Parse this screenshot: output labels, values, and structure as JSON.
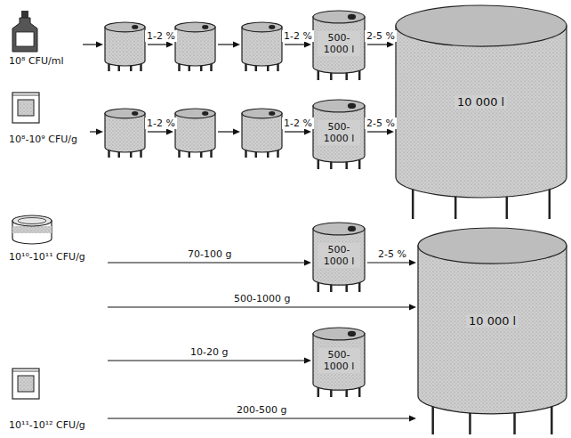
{
  "diagram": {
    "nodes": [
      {
        "text": [
          "10⁸ CFU/ml"
        ]
      },
      {
        "text": []
      },
      {
        "text": []
      },
      {
        "text": []
      },
      {
        "text": [
          "500- 1000 l"
        ]
      },
      {
        "text": [
          "10 000 l"
        ]
      },
      {
        "text": [
          "10⁸-10⁹ CFU/g"
        ]
      },
      {
        "text": []
      },
      {
        "text": []
      },
      {
        "text": []
      },
      {
        "text": [
          "500- 1000 l"
        ]
      },
      {
        "text": [
          "10¹⁰-10¹¹ CFU/g"
        ]
      },
      {
        "text": [
          "500- 1000 l"
        ]
      },
      {
        "text": [
          "10 000 l"
        ]
      },
      {
        "text": [
          "10¹¹-10¹² CFU/g"
        ]
      },
      {
        "text": [
          "500- 1000 l"
        ]
      }
    ],
    "edges": [
      {
        "from": 0,
        "to": 1,
        "arrow": "to"
      },
      {
        "from": 1,
        "to": 2,
        "label": "1-2 %",
        "arrow": "to"
      },
      {
        "from": 2,
        "to": 3,
        "arrow": "to"
      },
      {
        "from": 3,
        "to": 4,
        "label": "1-2 %",
        "arrow": "to"
      },
      {
        "from": 4,
        "to": 5,
        "label": "2-5 %",
        "arrow": "to"
      },
      {
        "from": 6,
        "to": 7,
        "arrow": "to"
      },
      {
        "from": 7,
        "to": 8,
        "label": "1-2 %",
        "arrow": "to"
      },
      {
        "from": 8,
        "to": 9,
        "arrow": "to"
      },
      {
        "from": 9,
        "to": 10,
        "label": "1-2 %",
        "arrow": "to"
      },
      {
        "from": 10,
        "to": 5,
        "label": "2-5 %",
        "arrow": "to"
      },
      {
        "from": 11,
        "to": 12,
        "label": "70-100 g",
        "arrow": "to"
      },
      {
        "from": 12,
        "to": 13,
        "label": "2-5 %",
        "arrow": "to"
      },
      {
        "from": 11,
        "to": 13,
        "label": "500-1000 g",
        "arrow": "to"
      },
      {
        "from": 14,
        "to": 15,
        "label": "10-20 g",
        "arrow": "to"
      },
      {
        "from": 14,
        "to": 13,
        "label": "200-500 g",
        "arrow": "to"
      }
    ]
  }
}
